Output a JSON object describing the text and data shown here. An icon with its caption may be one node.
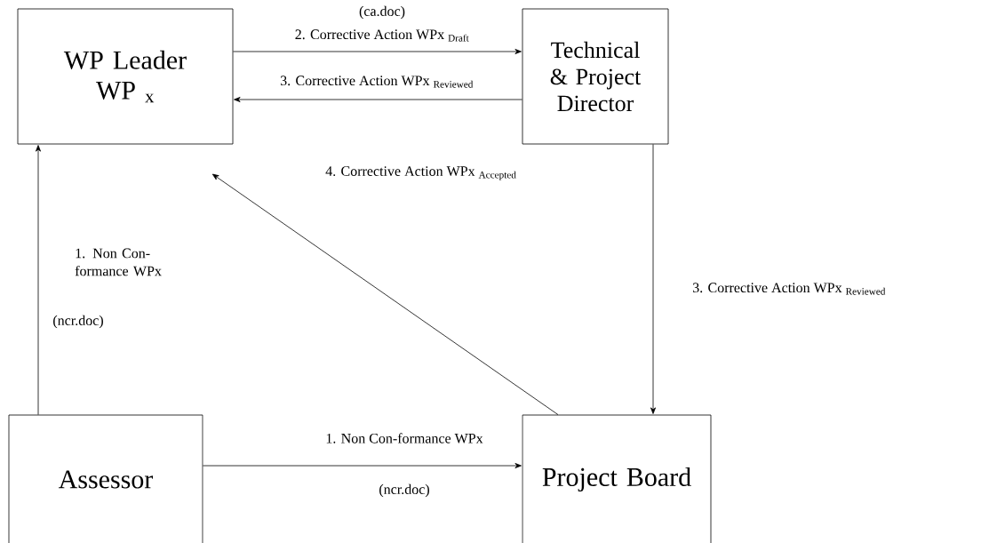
{
  "diagram": {
    "nodes": [
      {
        "text": [
          "WP Leader WP $_{x}$"
        ]
      },
      {
        "text": [
          "Technical & Project Director"
        ]
      },
      {
        "text": [
          "Assessor"
        ]
      },
      {
        "text": [
          "Project Board"
        ]
      }
    ],
    "edges": [
      {
        "from": 0,
        "to": 1,
        "arrow": "to",
        "label": "2. Corrective Action WPx $_{Draft}$"
      },
      {
        "from": 1,
        "to": 0,
        "arrow": "to",
        "label": "3. Corrective Action WPx $_{Reviewed}$"
      },
      {
        "from": 1,
        "to": 3,
        "arrow": "to",
        "label": "3. Corrective Action WPx $_{Reviewed}$"
      },
      {
        "from": 3,
        "to": 0,
        "arrow": "to",
        "label": "4. Corrective Action WPx $_{Accepted}$"
      },
      {
        "from": 2,
        "to": 0,
        "arrow": "to",
        "label": "1. Non Con- formance WPx"
      },
      {
        "from": 2,
        "to": 3,
        "arrow": "to",
        "label": "1. Non Con-formance WPx"
      }
    ],
    "labels": [
      "(ca.doc)",
      "(ncr.doc)",
      "(ncr.doc)"
    ]
  }
}
